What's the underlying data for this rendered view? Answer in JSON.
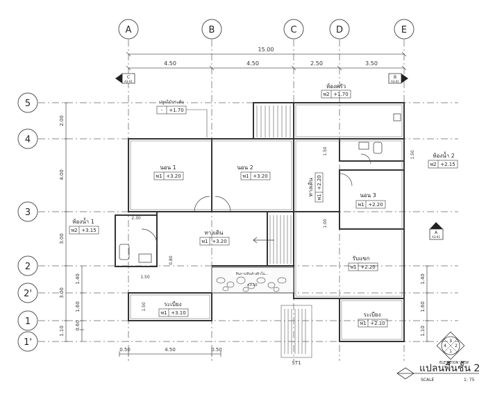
{
  "grid_columns": {
    "a": "A",
    "b": "B",
    "c": "C",
    "d": "D",
    "e": "E"
  },
  "grid_rows": {
    "r5": "5",
    "r4": "4",
    "r3": "3",
    "r2": "2",
    "r2p": "2'",
    "r1": "1",
    "r1p": "1'"
  },
  "dims": {
    "total": "15.00",
    "ab": "4.50",
    "bc": "4.50",
    "cd": "2.50",
    "de": "3.50",
    "bottom_a_left": "0.50",
    "bottom_ab": "4.50",
    "bottom_b_right": "0.50",
    "v_5_4": "2.00",
    "v_4_3": "4.00",
    "v_3_2": "3.00",
    "v_2_1": "3.00",
    "v_1_1p": "1.10",
    "v_2_2p": "1.40",
    "v_2p_1": "1.60",
    "v_1_bottom": "0.60",
    "r_2_2p": "1.40",
    "r_2p_1": "1.60",
    "r_1_1p": "1.10",
    "small_230": "2.30",
    "small_080": "0.80",
    "small_150": "1.50",
    "kitchen_150": "1.50",
    "bath2_150": "1.50",
    "corr_100": "1.00",
    "porch_150": "1.50"
  },
  "rooms": {
    "bed1": {
      "name": "นอน 1",
      "code": "พ1",
      "level": "+3.20"
    },
    "bed2": {
      "name": "นอน 2",
      "code": "พ1",
      "level": "+3.20"
    },
    "bed3": {
      "name": "นอน 3",
      "code": "พ1",
      "level": "+2.20"
    },
    "bath1": {
      "name": "ห้องน้ำ 1",
      "code": "พ2",
      "level": "+3.15"
    },
    "bath2": {
      "name": "ห้องน้ำ 2",
      "code": "พ2",
      "level": "+2.15"
    },
    "kitchen": {
      "name": "ห้องครัว",
      "code": "พ2",
      "level": "+1.70"
    },
    "hall": {
      "name": "ทางเดิน",
      "code": "พ1",
      "level": "+3.20"
    },
    "corridor": {
      "name": "ทางเดิน",
      "code": "พ1",
      "level": "+2.20"
    },
    "living": {
      "name": "รับแขก",
      "code": "พ1",
      "level": "+2.20"
    },
    "porch1": {
      "name": "ระเบียง",
      "code": "พ1",
      "level": "+3.10"
    },
    "porch2": {
      "name": "ระเบียง",
      "code": "พ1",
      "level": "+2.10"
    },
    "open": {
      "name": "ปลูกไม้ประดับ",
      "code": "-",
      "level": "+1.70"
    }
  },
  "stone_label": "หินกาบหินล้างผิวใน...",
  "stone_level": "+3.10",
  "section_marks": {
    "a_left": "A",
    "a_left_sheet": "A3-01",
    "c_top": "C",
    "c_top_sheet": "A3-01",
    "b_top": "B",
    "b_top_sheet": "A3-01"
  },
  "stair_label": "ST1",
  "elevation_view": {
    "label": "ELEVATION  VIEW",
    "n1": "1",
    "n2": "2",
    "n3": "3",
    "n4": "4"
  },
  "title": {
    "name": "แปลนพื้นชั้น 2",
    "scale_label": "SCALE",
    "scale_value": "1: 75"
  },
  "colors": {
    "line": "#3a3a3a",
    "grid": "#9a9a9a",
    "bg": "#ffffff"
  }
}
